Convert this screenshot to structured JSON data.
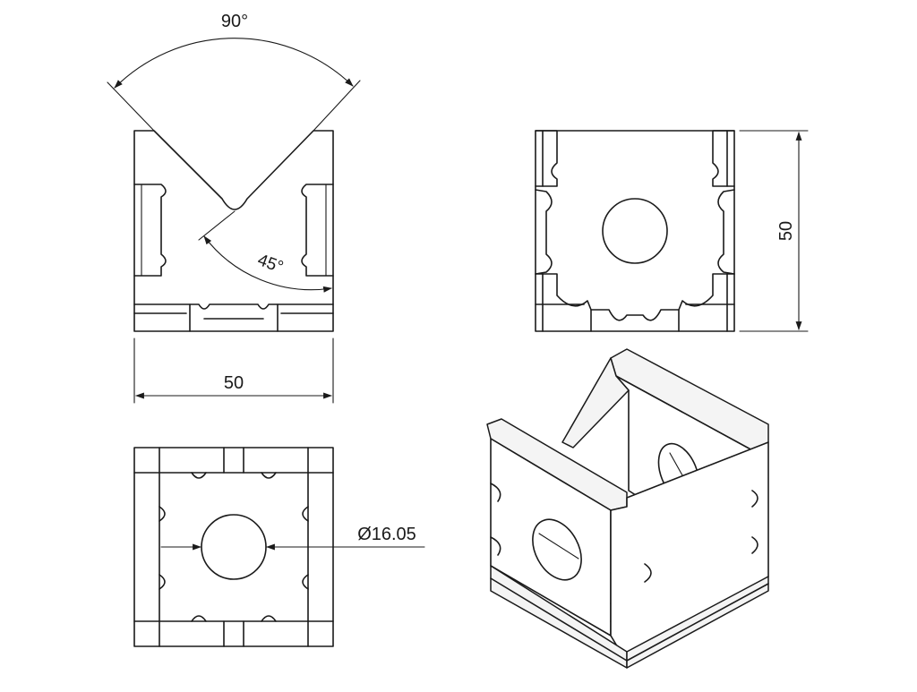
{
  "drawing": {
    "angle_top": "90°",
    "angle_inner": "45°",
    "width_label": "50",
    "height_label": "50",
    "hole_diameter_label": "Ø16.05"
  }
}
